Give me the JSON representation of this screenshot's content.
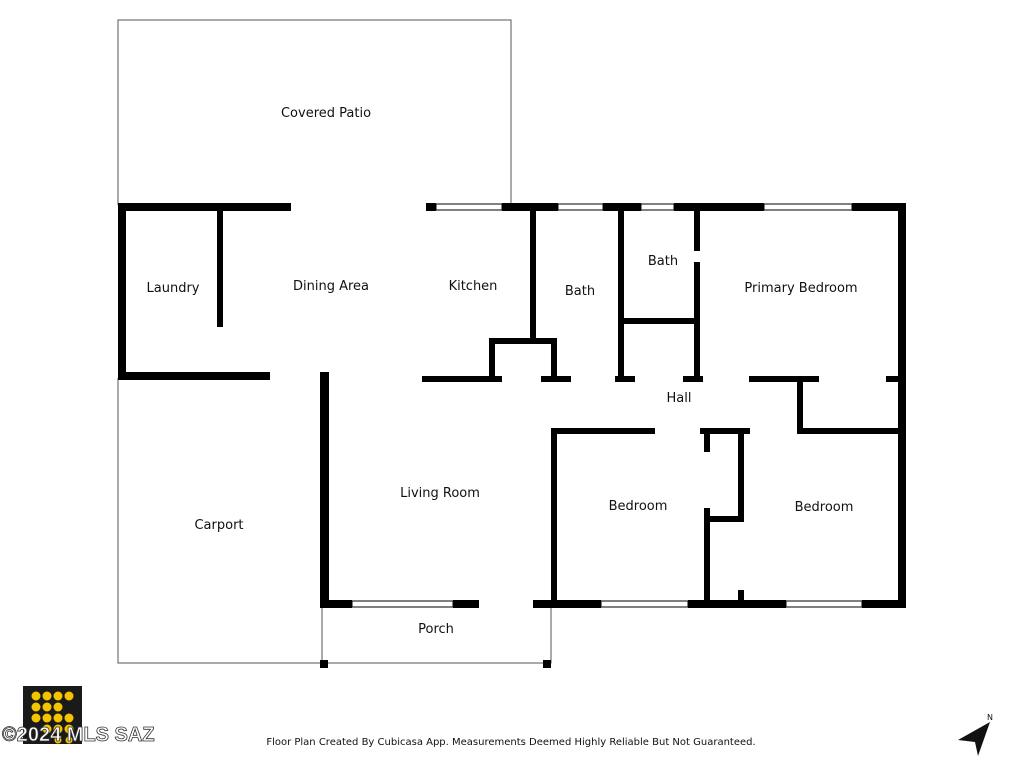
{
  "rooms": {
    "covered_patio": "Covered Patio",
    "laundry": "Laundry",
    "dining_area": "Dining Area",
    "kitchen": "Kitchen",
    "bath_1": "Bath",
    "bath_2": "Bath",
    "primary_bedroom": "Primary Bedroom",
    "hall": "Hall",
    "carport": "Carport",
    "living_room": "Living Room",
    "bedroom_1": "Bedroom",
    "bedroom_2": "Bedroom",
    "porch": "Porch"
  },
  "footer": {
    "disclaimer": "Floor Plan Created By Cubicasa App. Measurements Deemed Highly Reliable But Not Guaranteed.",
    "copyright": "©2024 MLS SAZ"
  },
  "compass": {
    "label": "N"
  },
  "colors": {
    "wall": "#000000",
    "outline": "#555555",
    "logo_bg": "#1a1a1a",
    "logo_dot": "#f5c400"
  }
}
